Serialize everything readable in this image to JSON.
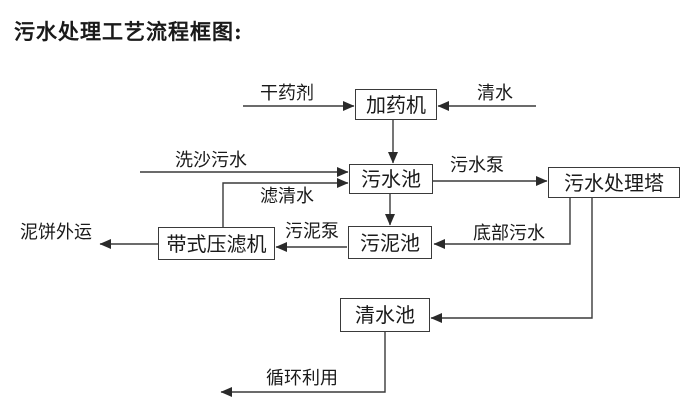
{
  "title": "污水处理工艺流程框图:",
  "nodes": {
    "dosing_machine": "加药机",
    "sewage_pool": "污水池",
    "treatment_tower": "污水处理塔",
    "sludge_pool": "污泥池",
    "belt_filter_press": "带式压滤机",
    "clear_water_pool": "清水池"
  },
  "labels": {
    "dry_agent": "干药剂",
    "clear_water": "清水",
    "sand_washing_sewage": "洗沙污水",
    "sewage_pump": "污水泵",
    "filtered_water": "滤清水",
    "sludge_pump": "污泥泵",
    "bottom_sewage": "底部污水",
    "mud_cake_out": "泥饼外运",
    "recycling": "循环利用"
  },
  "colors": {
    "line": "#3a3a3a",
    "arrow_fill": "#2a2a2a",
    "text": "#1a1a1a",
    "background": "#ffffff"
  }
}
